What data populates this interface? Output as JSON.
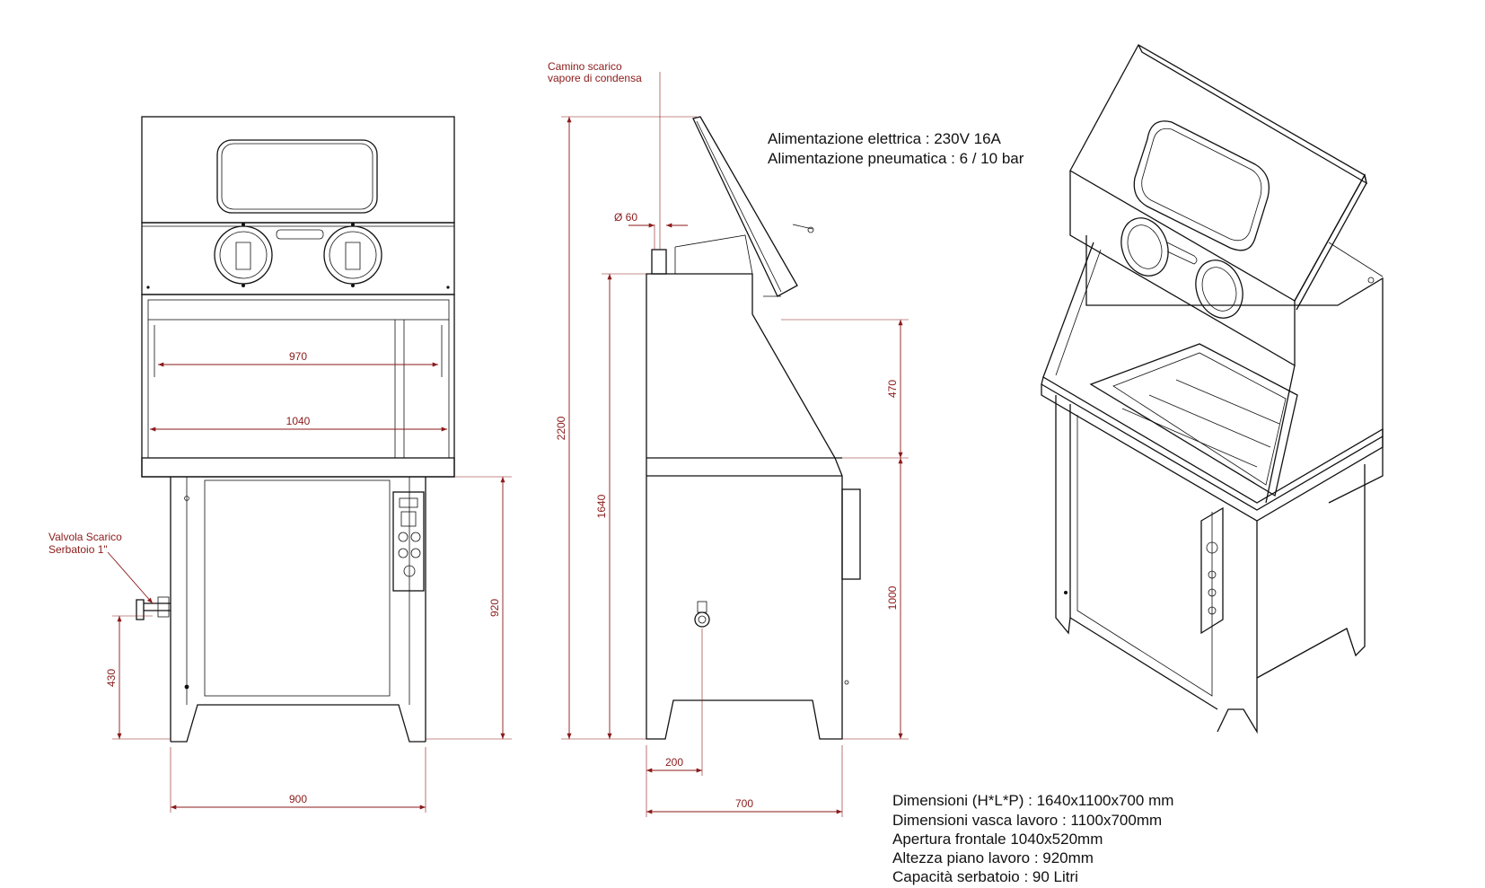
{
  "notes": {
    "chimney_line1": "Camino scarico",
    "chimney_line2": "vapore di condensa",
    "valve_line1": "Valvola Scarico",
    "valve_line2": "Serbatoio 1\"",
    "diameter": "Ø 60"
  },
  "dimensions": {
    "front_inner_width": "970",
    "front_opening_width": "1040",
    "front_total_width": "900",
    "front_work_height": "920",
    "front_valve_height": "430",
    "side_total_height": "2200",
    "side_body_height": "1640",
    "side_lid_height": "470",
    "side_lower_height": "1000",
    "side_valve_offset": "200",
    "side_depth": "700"
  },
  "power": {
    "electric": "Alimentazione elettrica : 230V 16A",
    "pneumatic": "Alimentazione pneumatica : 6 / 10 bar"
  },
  "specs": [
    "Dimensioni (H*L*P) : 1640x1100x700 mm",
    "Dimensioni vasca lavoro : 1100x700mm",
    "Apertura frontale 1040x520mm",
    "Altezza piano lavoro : 920mm",
    "Capacità serbatoio : 90 Litri"
  ]
}
